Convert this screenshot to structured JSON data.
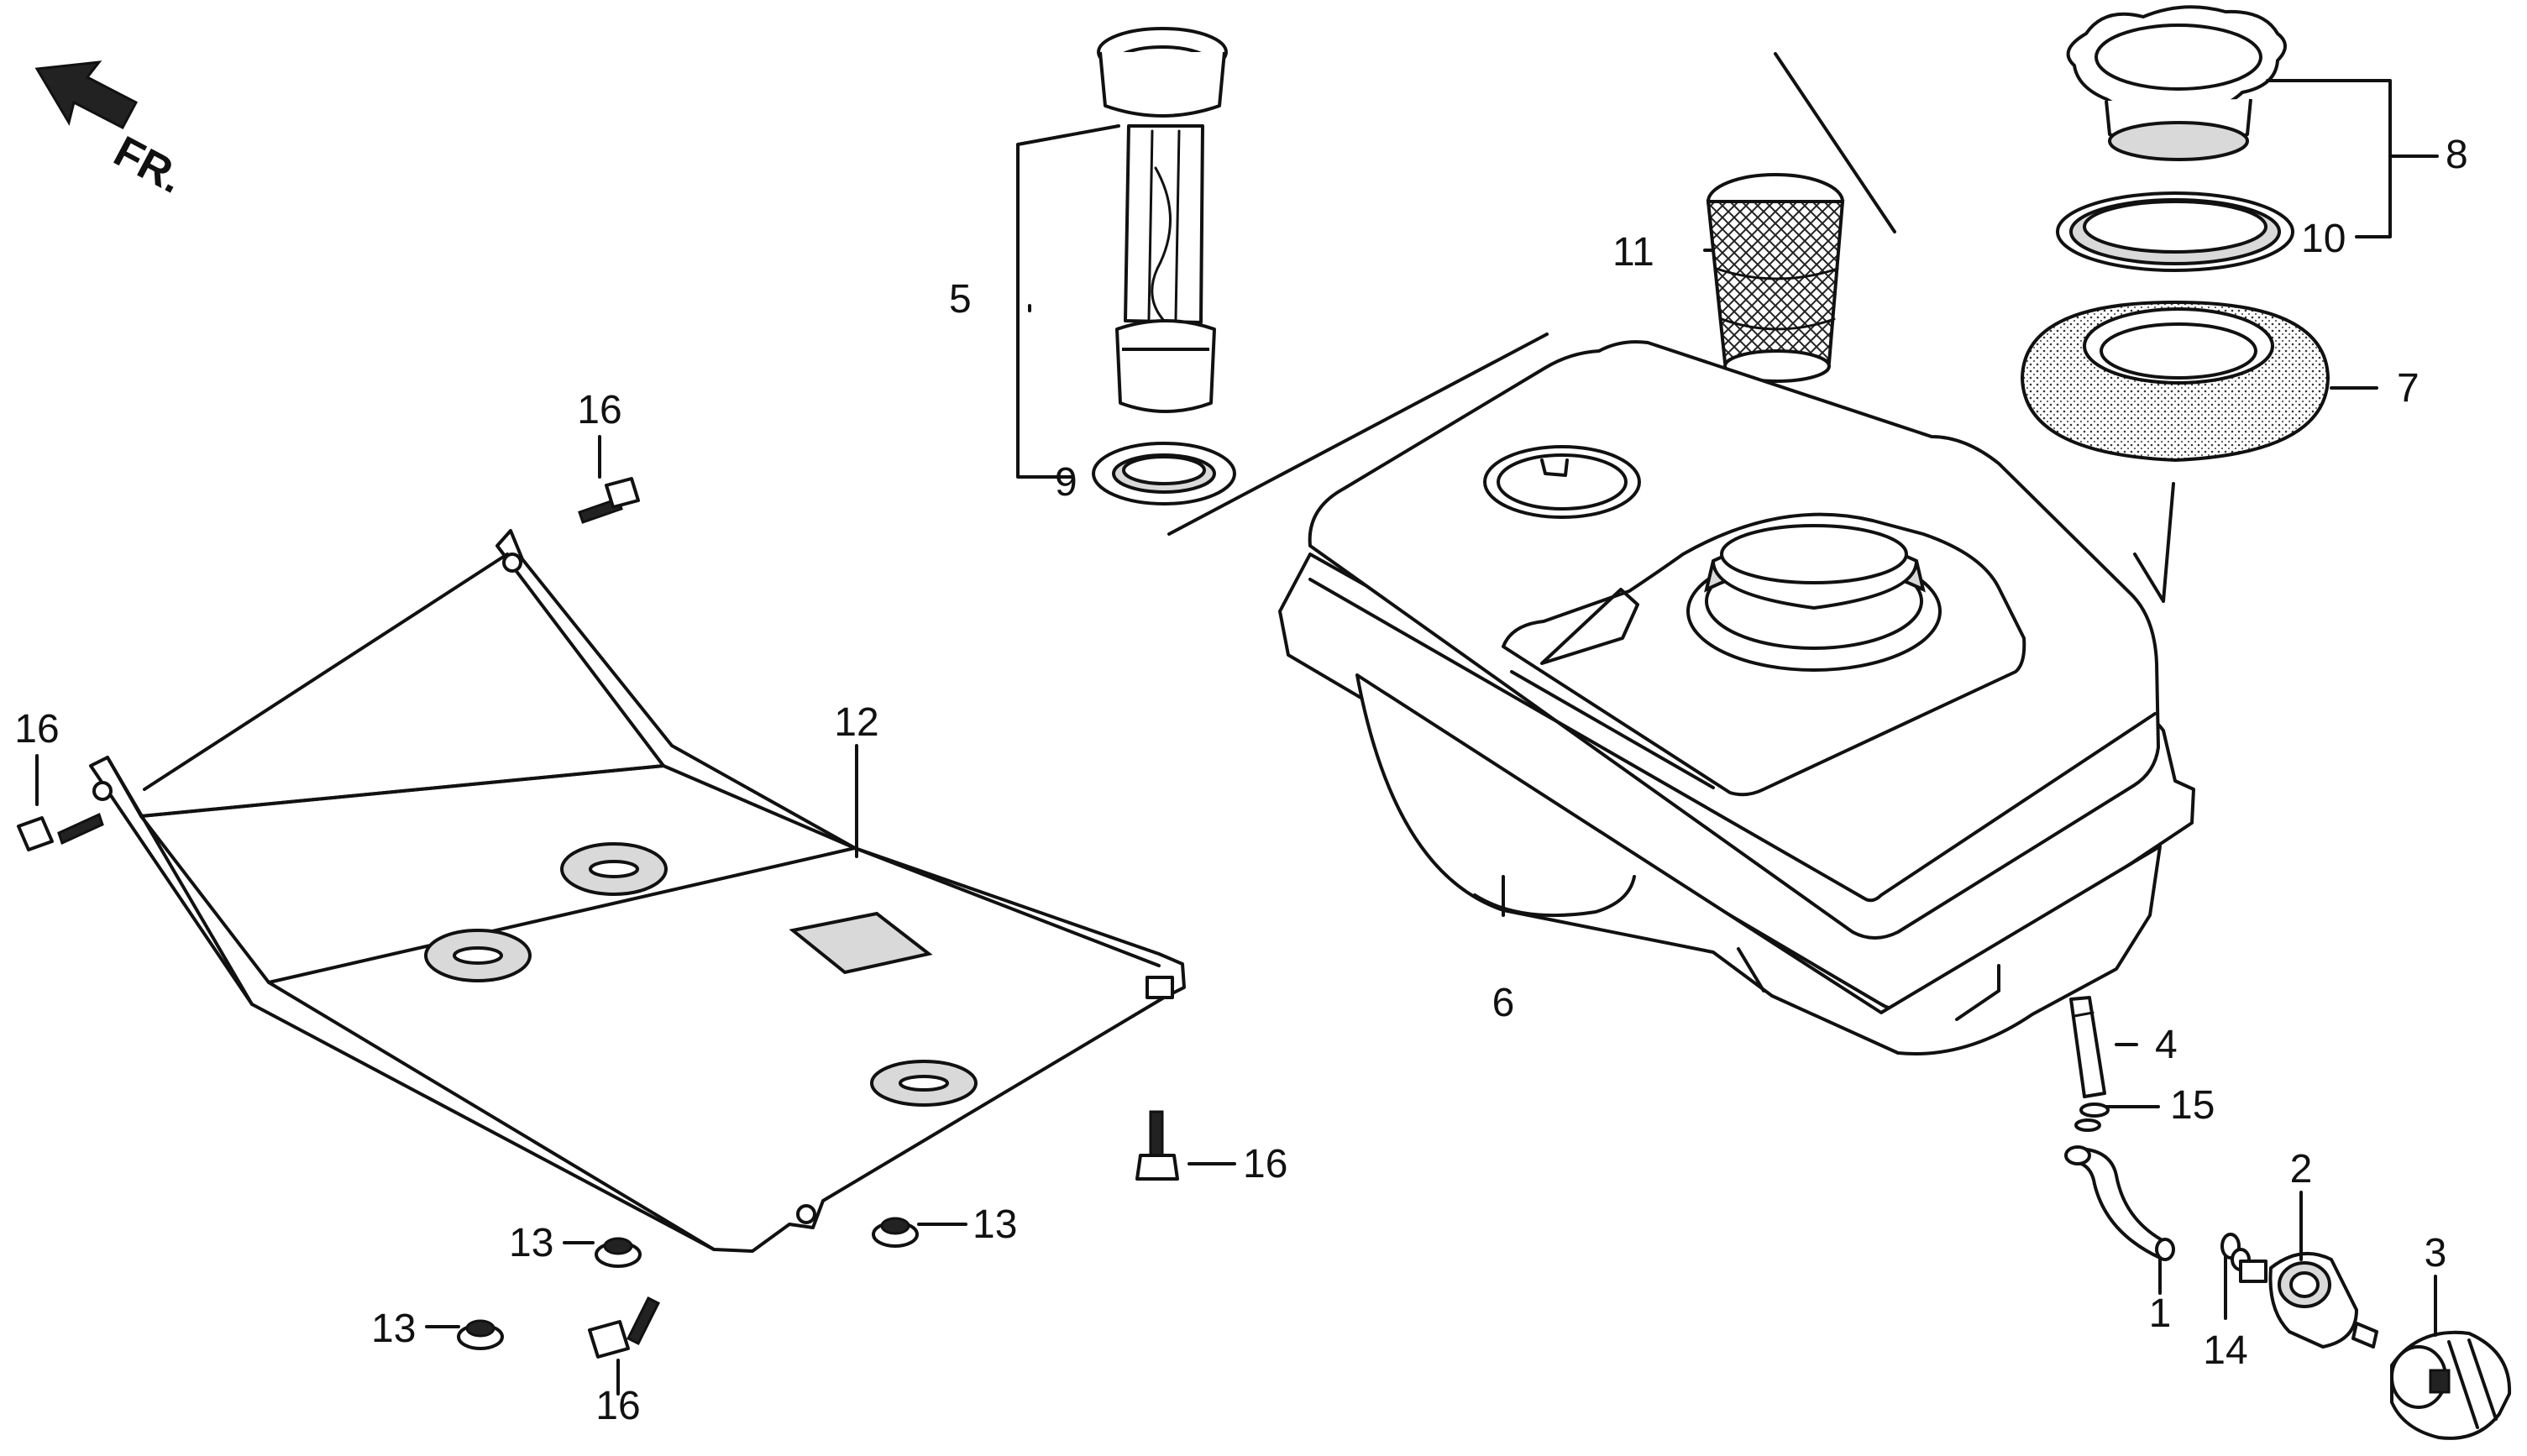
{
  "diagram": {
    "title": "Fuel tank parts diagram",
    "direction_label": "FR.",
    "callouts": {
      "p1": "1",
      "p2": "2",
      "p3": "3",
      "p4": "4",
      "p5": "5",
      "p6": "6",
      "p7": "7",
      "p8": "8",
      "p9": "9",
      "p10": "10",
      "p11": "11",
      "p12": "12",
      "p13a": "13",
      "p13b": "13",
      "p13c": "13",
      "p14": "14",
      "p15": "15",
      "p16a": "16",
      "p16b": "16",
      "p16c": "16",
      "p16d": "16"
    }
  }
}
